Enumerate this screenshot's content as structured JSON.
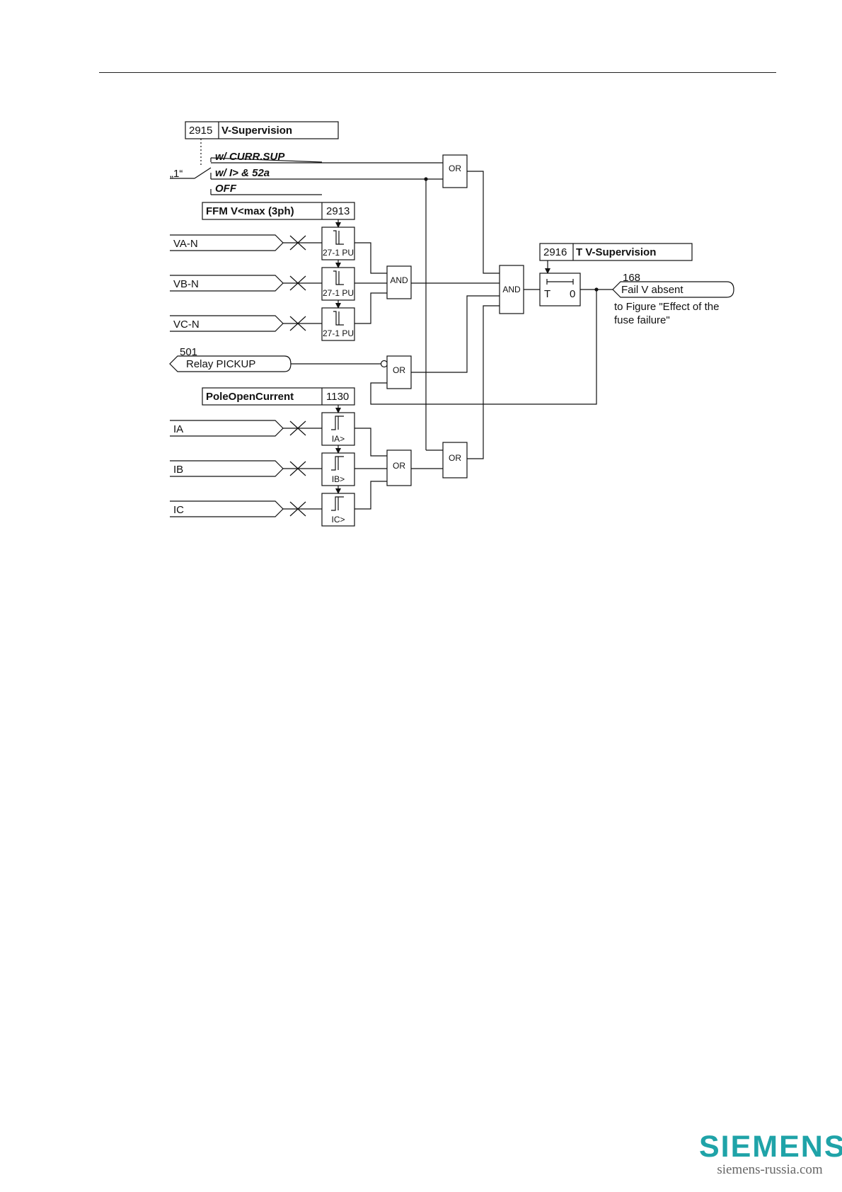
{
  "setting_2915": {
    "address": "2915",
    "name": "V-Supervision"
  },
  "switch": {
    "fixed_input": "„1“",
    "options": [
      "w/ CURR.SUP",
      "w/ I> & 52a",
      "OFF"
    ]
  },
  "setting_2913": {
    "name": "FFM V<max (3ph)",
    "address": "2913"
  },
  "setting_2916": {
    "address": "2916",
    "name": "T V-Supervision"
  },
  "setting_1130": {
    "name": "PoleOpenCurrent",
    "address": "1130"
  },
  "voltage_inputs": [
    "VA-N",
    "VB-N",
    "VC-N"
  ],
  "current_inputs": [
    "IA",
    "IB",
    "IC"
  ],
  "voltage_element_label": "27-1 PU",
  "current_element_labels": [
    "IA>",
    "IB>",
    "IC>"
  ],
  "gates": {
    "or": "OR",
    "and": "AND"
  },
  "timer": {
    "t": "T",
    "zero": "0"
  },
  "relay_pickup": {
    "number": "501",
    "label": "Relay PICKUP"
  },
  "output": {
    "number": "168",
    "label": "Fail V absent",
    "note_line1": "to Figure \"Effect of the",
    "note_line2": "fuse failure\""
  },
  "logo": {
    "brand": "SIEMENS",
    "site": "siemens-russia.com"
  }
}
